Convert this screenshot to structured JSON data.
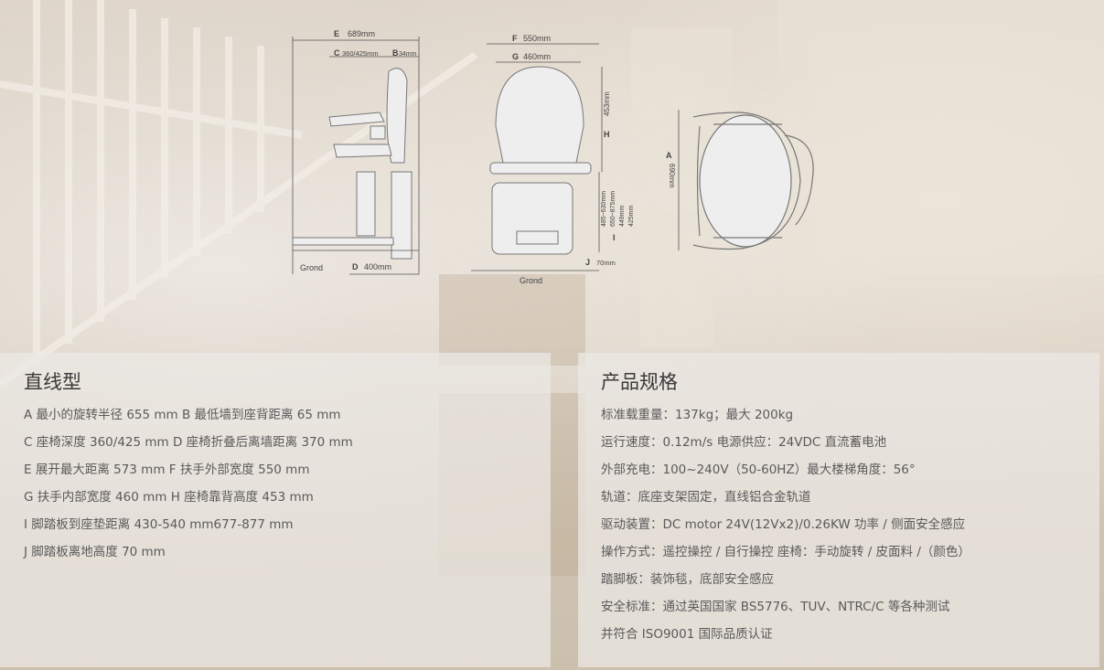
{
  "diagram": {
    "side": {
      "e": "E",
      "e_val": "689mm",
      "c": "C",
      "c_val": "360/425mm",
      "b": "B",
      "b_val": "34mm",
      "ground": "Grond",
      "d": "D",
      "d_val": "400mm"
    },
    "front": {
      "f": "F",
      "f_val": "550mm",
      "g": "G",
      "g_val": "460mm",
      "h": "H",
      "h_val": "453mm",
      "i": "I",
      "i_vals": [
        "485~630mm",
        "650~875mm",
        "449mm",
        "425mm"
      ],
      "j": "J",
      "j_val": "70mm",
      "ground": "Grond"
    },
    "top": {
      "a": "A",
      "a_val": "690mm"
    }
  },
  "left_panel": {
    "title": "直线型",
    "items": [
      "A 最小的旋转半径 655 mm B 最低墙到座背距离 65 mm",
      "C 座椅深度 360/425 mm D 座椅折叠后离墙距离 370 mm",
      "E 展开最大距离 573 mm F 扶手外部宽度 550 mm",
      "G 扶手内部宽度 460 mm H 座椅靠背高度 453 mm",
      "I 脚踏板到座垫距离 430-540 mm677-877 mm",
      "J 脚踏板离地高度 70 mm"
    ]
  },
  "right_panel": {
    "title": "产品规格",
    "items": [
      "标准载重量：137kg；最大 200kg",
      "运行速度：0.12m/s 电源供应：24VDC 直流蓄电池",
      "外部充电：100~240V（50-60HZ）最大楼梯角度：56°",
      "轨道：底座支架固定，直线铝合金轨道",
      "驱动装置：DC motor 24V(12Vx2)/0.26KW 功率 / 侧面安全感应",
      "操作方式：遥控操控 / 自行操控 座椅：手动旋转 / 皮面料 /（颜色）",
      "踏脚板：装饰毯，底部安全感应",
      "安全标准：通过英国国家 BS5776、TUV、NTRC/C 等各种测试",
      "并符合 ISO9001 国际品质认证"
    ]
  }
}
